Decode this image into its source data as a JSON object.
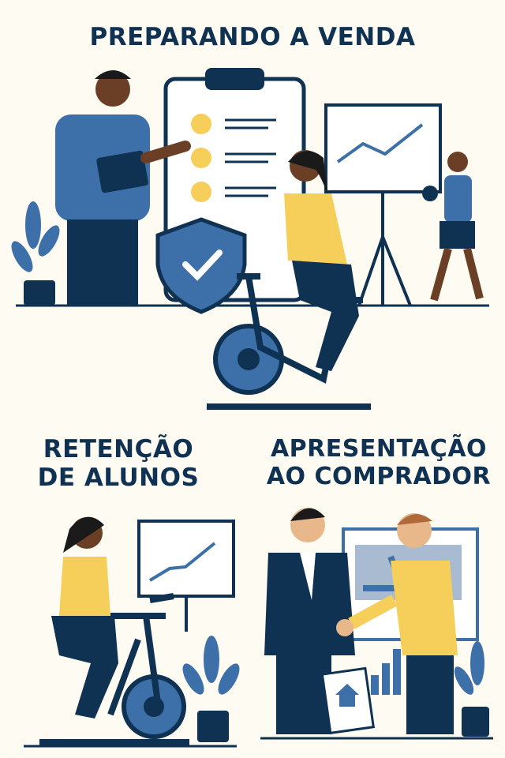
{
  "sections": [
    {
      "title": "PREPARANDO A VENDA"
    },
    {
      "title_line1": "RETENÇÃO",
      "title_line2": "DE ALUNOS"
    },
    {
      "title_line1": "APRESENTAÇÃO",
      "title_line2": "AO COMPRADOR"
    }
  ],
  "colors": {
    "navy": "#0f3152",
    "blue": "#3d6fa8",
    "yellow": "#f6cf5a",
    "background": "#fdfbf2",
    "skin_dark": "#6b3f25",
    "skin_light": "#e8b88a"
  }
}
